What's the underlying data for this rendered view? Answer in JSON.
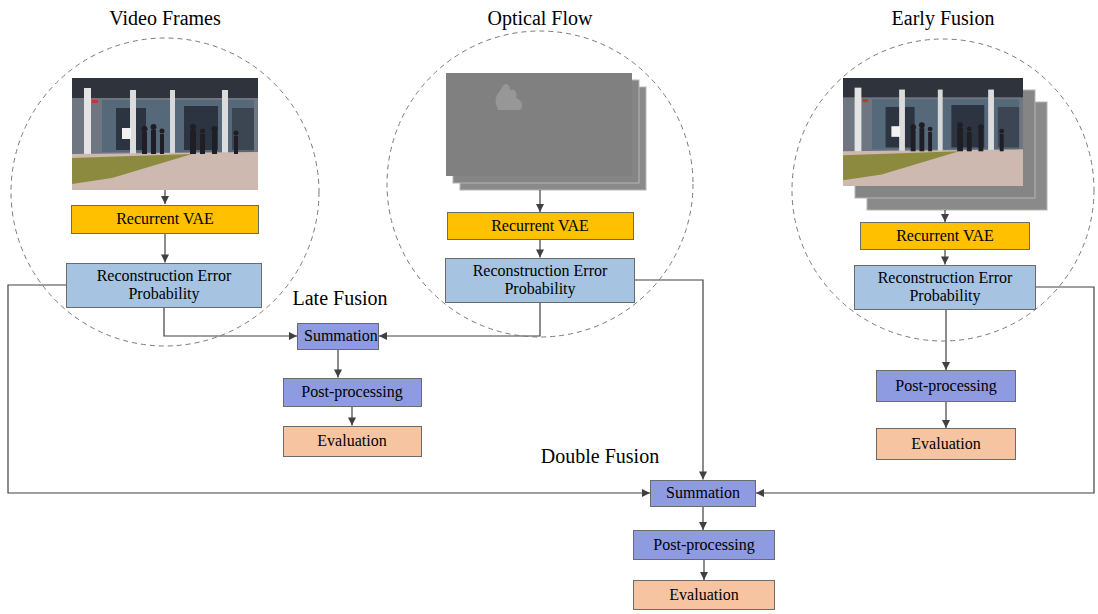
{
  "diagram": {
    "nodes": [
      {
        "text": [
          "Video Frames"
        ]
      },
      {
        "text": [
          "Recurrent VAE"
        ],
        "in": 0
      },
      {
        "text": [
          "Reconstruction Error Probability"
        ],
        "in": 0
      },
      {
        "text": [
          "Optical Flow"
        ]
      },
      {
        "text": [
          "Recurrent VAE"
        ],
        "in": 3
      },
      {
        "text": [
          "Reconstruction Error Probability"
        ],
        "in": 3
      },
      {
        "text": [
          "Early Fusion"
        ]
      },
      {
        "text": [
          "Recurrent VAE"
        ],
        "in": 6
      },
      {
        "text": [
          "Reconstruction Error Probability"
        ],
        "in": 6
      },
      {
        "text": [
          "Summation"
        ]
      },
      {
        "text": [
          "Post-processing"
        ]
      },
      {
        "text": [
          "Evaluation"
        ]
      },
      {
        "text": [
          "Post-processing"
        ]
      },
      {
        "text": [
          "Evaluation"
        ]
      },
      {
        "text": [
          "Summation"
        ]
      },
      {
        "text": [
          "Post-processing"
        ]
      },
      {
        "text": [
          "Evaluation"
        ]
      }
    ],
    "edges": [
      {
        "from": 1,
        "to": 2,
        "arrow": "to"
      },
      {
        "from": 2,
        "to": 9,
        "arrow": "to"
      },
      {
        "from": 4,
        "to": 5,
        "arrow": "to"
      },
      {
        "from": 5,
        "to": 9,
        "arrow": "to"
      },
      {
        "from": 7,
        "to": 8,
        "arrow": "to"
      },
      {
        "from": 8,
        "to": 12,
        "arrow": "to"
      },
      {
        "from": 9,
        "to": 10,
        "arrow": "to"
      },
      {
        "from": 10,
        "to": 11,
        "arrow": "to"
      },
      {
        "from": 12,
        "to": 13,
        "arrow": "to"
      },
      {
        "from": 2,
        "to": 14,
        "arrow": "to"
      },
      {
        "from": 5,
        "to": 14,
        "arrow": "to"
      },
      {
        "from": 8,
        "to": 14,
        "arrow": "to"
      },
      {
        "from": 14,
        "to": 15,
        "arrow": "to"
      },
      {
        "from": 15,
        "to": 16,
        "arrow": "to"
      }
    ],
    "labels": [
      "Late Fusion",
      "Double Fusion"
    ]
  }
}
